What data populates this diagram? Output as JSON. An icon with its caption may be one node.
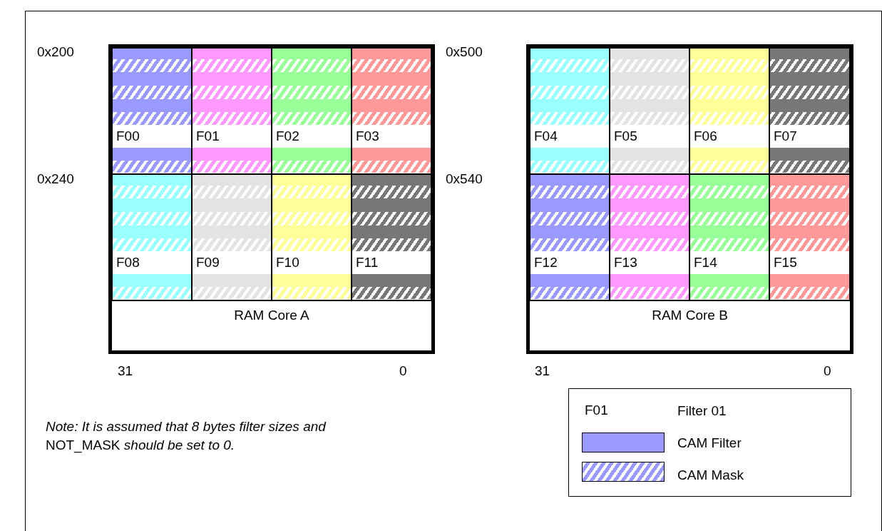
{
  "diagram": {
    "nodes": [
      {
        "text": [],
        "shape": "box"
      },
      {
        "text": [
          "F00"
        ],
        "in": 0
      },
      {
        "text": [
          "F01"
        ],
        "in": 0
      },
      {
        "text": [
          "F02"
        ],
        "in": 0
      },
      {
        "text": [
          "F03"
        ],
        "in": 0
      },
      {
        "text": [
          "F08"
        ],
        "in": 0
      },
      {
        "text": [
          "F09"
        ],
        "in": 0
      },
      {
        "text": [
          "F10"
        ],
        "in": 0
      },
      {
        "text": [
          "F11"
        ],
        "in": 0
      },
      {
        "text": [
          "RAM Core A"
        ],
        "in": 0
      },
      {
        "text": [],
        "shape": "box"
      },
      {
        "text": [
          "F04"
        ],
        "in": 10
      },
      {
        "text": [
          "F05"
        ],
        "in": 10
      },
      {
        "text": [
          "F06"
        ],
        "in": 10
      },
      {
        "text": [
          "F07"
        ],
        "in": 10
      },
      {
        "text": [
          "F12"
        ],
        "in": 10
      },
      {
        "text": [
          "F13"
        ],
        "in": 10
      },
      {
        "text": [
          "F14"
        ],
        "in": 10
      },
      {
        "text": [
          "F15"
        ],
        "in": 10
      },
      {
        "text": [
          "RAM Core B"
        ],
        "in": 10
      }
    ],
    "labels": [
      "0x200",
      "0x500",
      "0x240",
      "0x540",
      "31",
      "0",
      "31",
      "0",
      "F01",
      "*Note: It is assumed that 8 bytes filter sizes and* NOT_MASK *should be set to 0.*"
    ],
    "legend": [
      {
        "text": "Filter 01"
      },
      {
        "text": "CAM Filter",
        "color": "#9999ff"
      },
      {
        "text": "CAM Mask"
      }
    ]
  }
}
